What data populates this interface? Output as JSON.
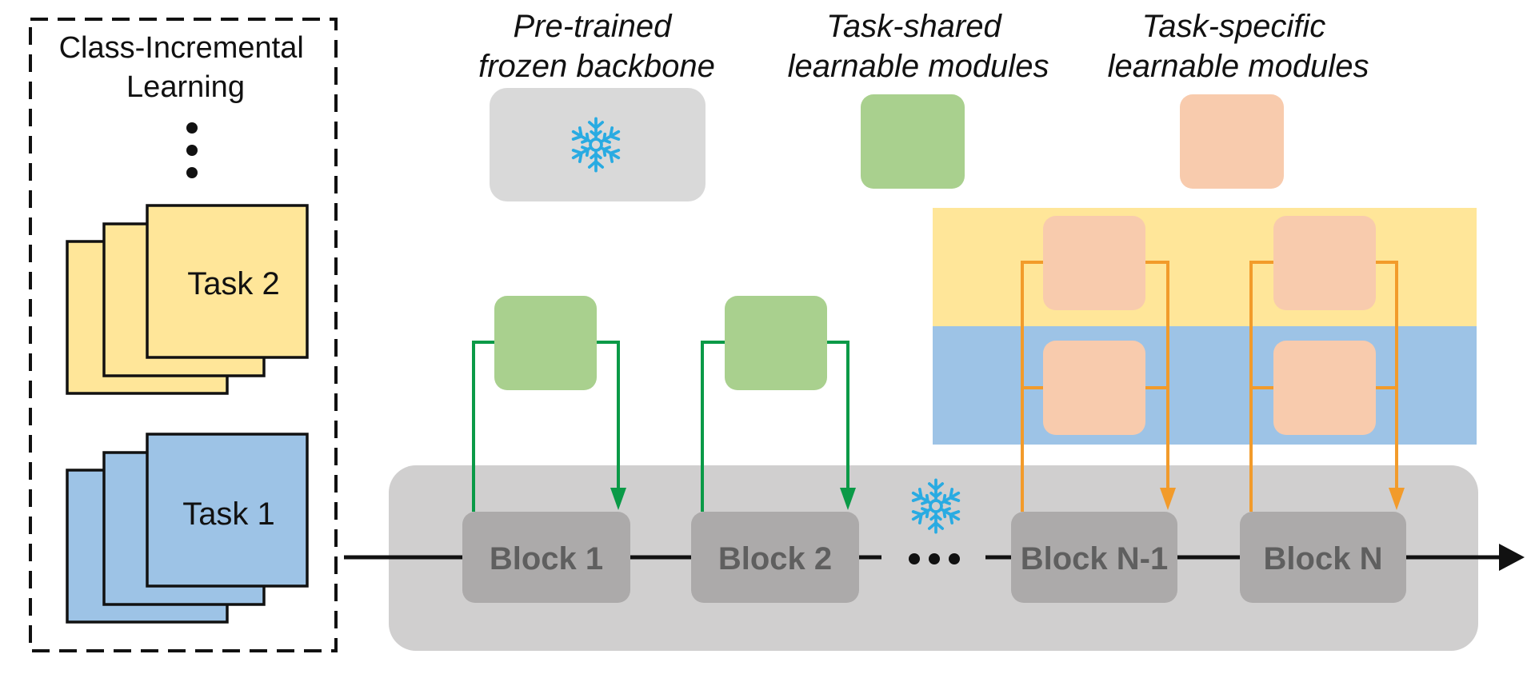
{
  "legend": {
    "frozen": "Pre-trained\nfrozen backbone",
    "shared": "Task-shared\nlearnable modules",
    "specific": "Task-specific\nlearnable modules"
  },
  "cil": {
    "title": "Class-Incremental\nLearning",
    "task2": "Task 2",
    "task1": "Task 1"
  },
  "blocks": [
    "Block 1",
    "Block 2",
    "Block N-1",
    "Block N"
  ],
  "icons": {
    "frozen": "snowflake-icon"
  },
  "colors": {
    "frozen_gray": "#d9d9d9",
    "backbone_gray": "#d0cfcf",
    "block_gray": "#acaaaa",
    "shared_green": "#a9d08e",
    "specific_peach": "#f8cbad",
    "task2_yellow": "#ffe699",
    "task1_blue": "#9dc3e6",
    "green_line": "#0a9a47",
    "orange_line": "#f29b2b",
    "snowflake_blue": "#29abe2"
  }
}
